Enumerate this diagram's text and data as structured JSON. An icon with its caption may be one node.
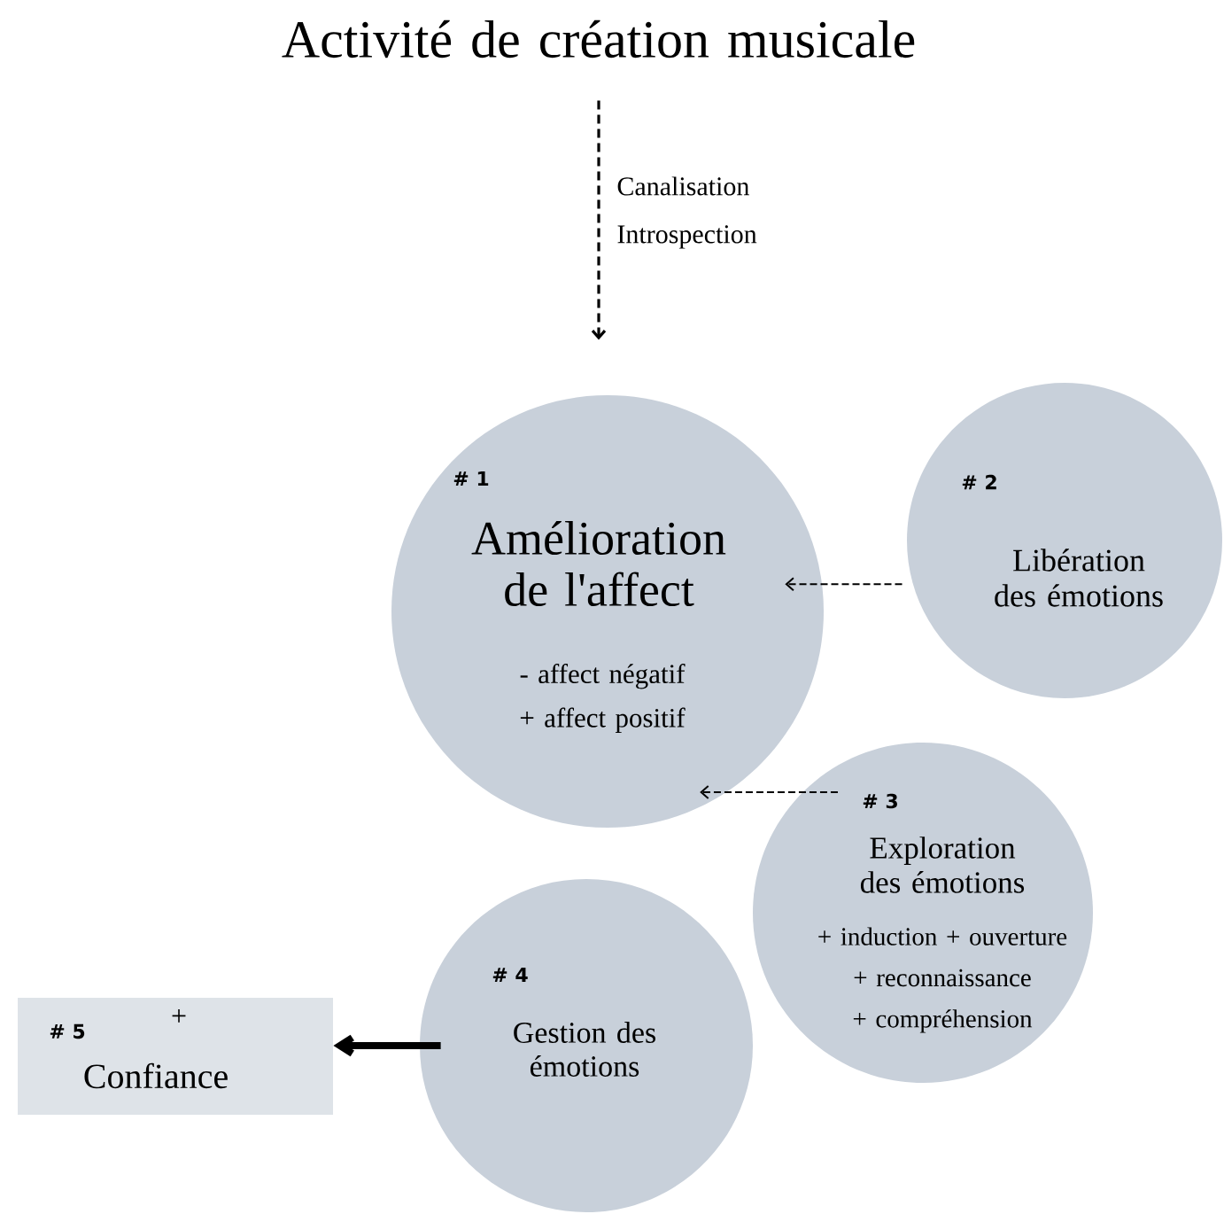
{
  "diagram": {
    "nodes": [
      {
        "text": [
          "Activité de création musicale"
        ]
      },
      {
        "text": [
          "# 1",
          "Amélioration de l'affect",
          "- affect négatif + affect positif"
        ]
      },
      {
        "text": [
          "# 2",
          "Libération des émotions"
        ]
      },
      {
        "text": [
          "# 3",
          "Exploration des émotions",
          "+ induction + ouverture + reconnaissance + compréhension"
        ]
      },
      {
        "text": [
          "# 4",
          "Gestion des émotions"
        ]
      },
      {
        "text": [
          "# 5",
          "+",
          "Confiance"
        ]
      }
    ],
    "edges": [
      {
        "from": 0,
        "to": 1,
        "arrow": "to",
        "style": "dashed",
        "label": "Canalisation Introspection"
      },
      {
        "from": 2,
        "to": 1,
        "arrow": "to",
        "style": "dashed"
      },
      {
        "from": 3,
        "to": 1,
        "arrow": "to",
        "style": "dashed"
      },
      {
        "from": 4,
        "to": 5,
        "arrow": "to",
        "style": "thick"
      }
    ]
  }
}
